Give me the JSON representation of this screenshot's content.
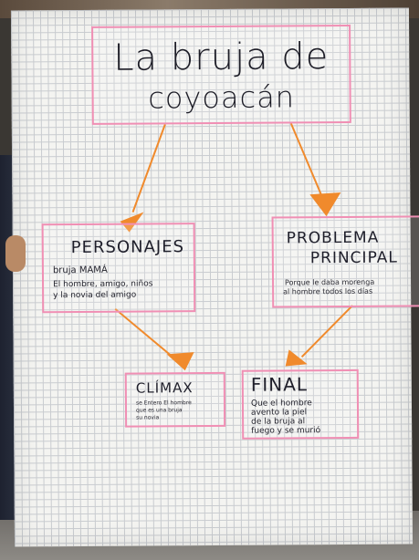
{
  "title": {
    "line1": "La bruja de",
    "line2": "coyoacán"
  },
  "personajes": {
    "heading": "PERSONAJES",
    "line1": "bruja MAMÁ",
    "line2": "El hombre, amigo, niños",
    "line3": "y la novia del amigo"
  },
  "problema": {
    "heading1": "PROBLEMA",
    "heading2": "PRINCIPAL",
    "line1": "Porque le daba morenga",
    "line2": "al hombre todos los días"
  },
  "climax": {
    "heading": "CLÍMAX",
    "line1": "se Entero El hombre",
    "line2": "que es una bruja",
    "line3": "su novia"
  },
  "final": {
    "heading": "FINAL",
    "line1": "Que el hombre",
    "line2": "avento la piel",
    "line3": "de la bruja al",
    "line4": "fuego y se murió"
  },
  "colors": {
    "arrow": "#f08a2c",
    "box_border": "#f08fb4",
    "ink": "#1c1c26"
  }
}
